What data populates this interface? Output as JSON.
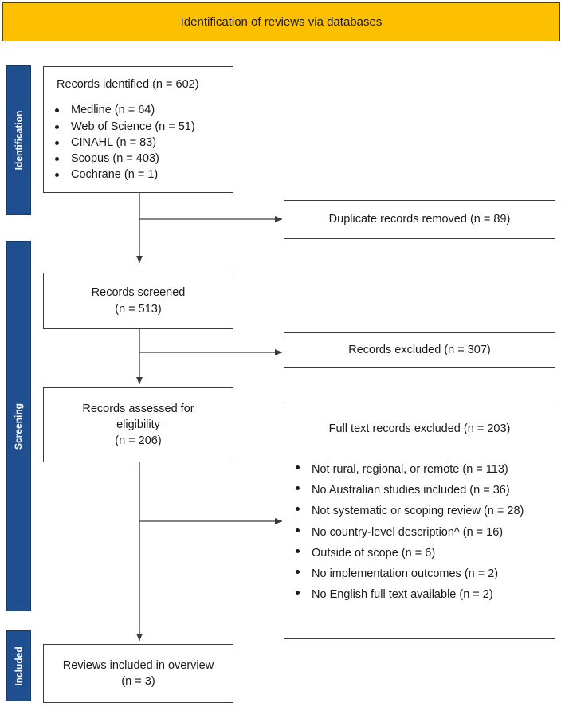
{
  "header": {
    "title": "Identification of reviews via databases"
  },
  "stages": {
    "identification": "Identification",
    "screening": "Screening",
    "included": "Included"
  },
  "identified": {
    "title": "Records identified (n = 602)",
    "sources": [
      "Medline (n = 64)",
      "Web of Science (n = 51)",
      "CINAHL (n = 83)",
      "Scopus (n = 403)",
      "Cochrane (n = 1)"
    ]
  },
  "duplicates": {
    "label": "Duplicate records removed (n = 89)"
  },
  "screened": {
    "line1": "Records screened",
    "line2": "(n = 513)"
  },
  "excluded": {
    "label": "Records excluded (n = 307)"
  },
  "eligibility": {
    "line1": "Records assessed for",
    "line2": "eligibility",
    "line3": "(n = 206)"
  },
  "fulltext_excluded": {
    "title": "Full text records excluded (n = 203)",
    "reasons": [
      "Not rural, regional, or remote (n = 113)",
      "No Australian studies included (n = 36)",
      "Not systematic or scoping review (n = 28)",
      "No country-level description^ (n = 16)",
      "Outside of scope (n = 6)",
      "No implementation outcomes (n = 2)",
      "No English full text available (n = 2)"
    ]
  },
  "included": {
    "line1": "Reviews included in overview",
    "line2": "(n = 3)"
  }
}
